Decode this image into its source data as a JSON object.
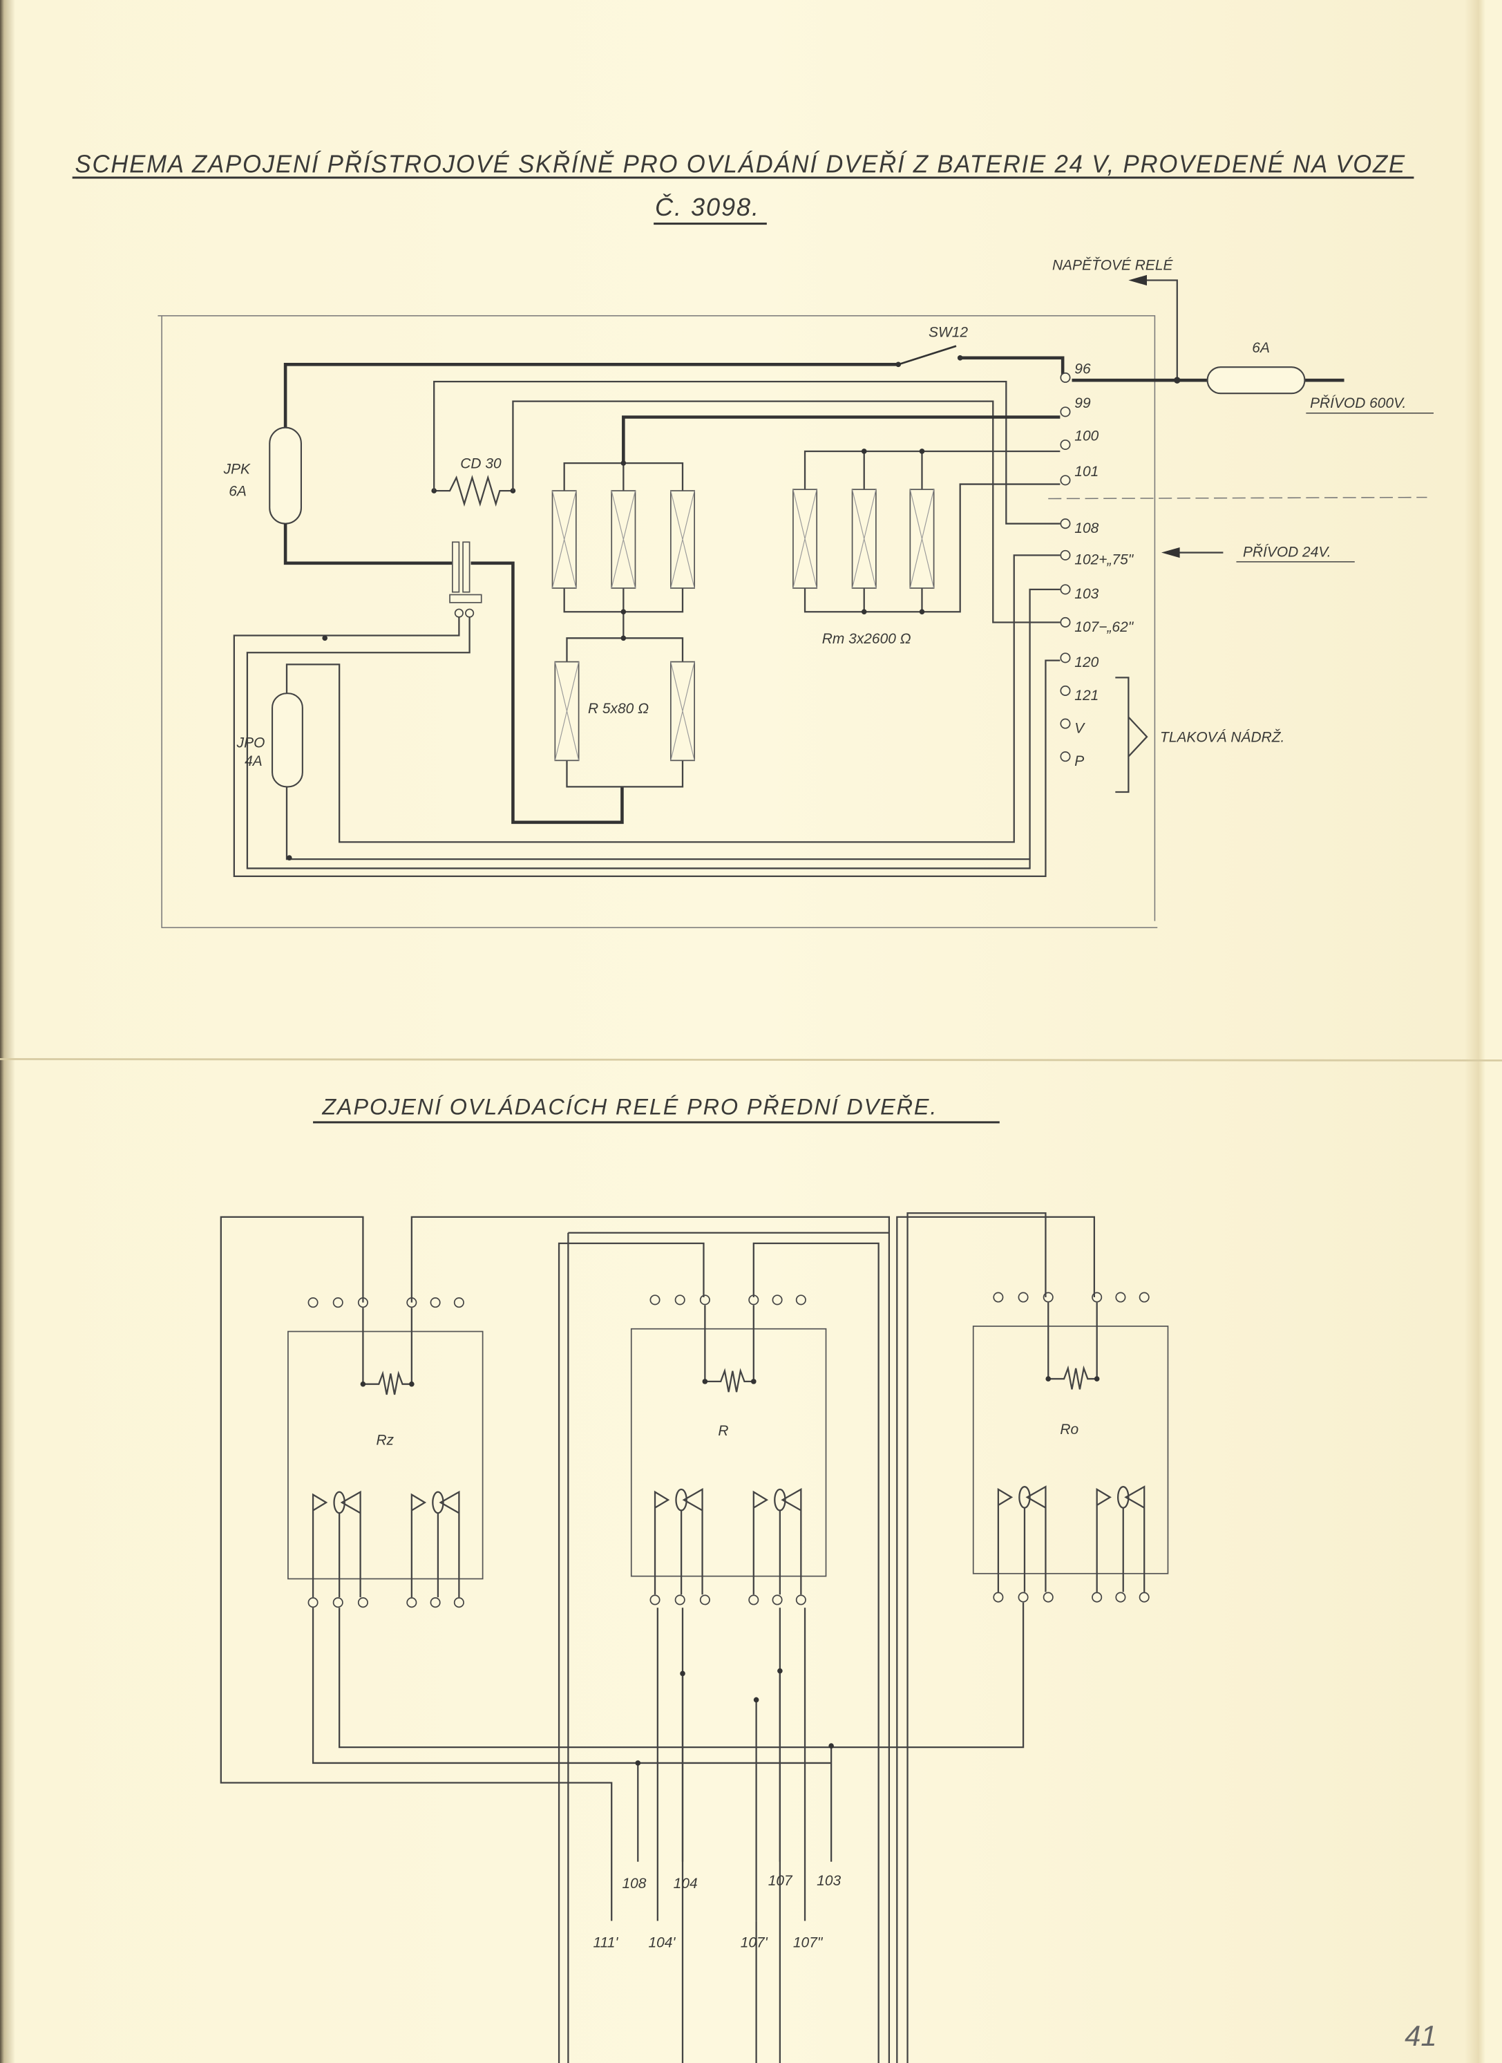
{
  "document": {
    "title_line1": "SCHEMA ZAPOJENÍ PŘÍSTROJOVÉ SKŘÍNĚ PRO OVLÁDÁNÍ DVEŘÍ Z BATERIE 24 V, PROVEDENÉ NA VOZE",
    "title_line2": "Č. 3098.",
    "page_number_handwritten": "41"
  },
  "top_diagram": {
    "switch_label": "SW12",
    "voltage_relay_label": "NAPĚŤOVÉ RELÉ",
    "fuse_600_label": "6A",
    "supply_600_label": "PŘÍVOD 600V.",
    "supply_24_label": "PŘÍVOD 24V.",
    "jpk_label": "JPK",
    "jpk_rating": "6A",
    "jpo_label": "JPO",
    "jpo_rating": "4A",
    "cd_label": "CD 30",
    "r_group_label": "R 5x80 Ω",
    "rm_group_label": "Rm 3x2600 Ω",
    "pressure_tank_label": "TLAKOVÁ NÁDRŽ.",
    "terminals": [
      "96",
      "99",
      "100",
      "101",
      "108",
      "102+„75\"",
      "103",
      "107−„62\"",
      "120",
      "121",
      "V",
      "P"
    ]
  },
  "bottom_diagram": {
    "title": "ZAPOJENÍ OVLÁDACÍCH RELÉ PRO PŘEDNÍ DVEŘE.",
    "relays": [
      "Rz",
      "R",
      "Ro"
    ],
    "wire_labels_upper": [
      "108",
      "104",
      "107",
      "103"
    ],
    "wire_labels_lower": [
      "111'",
      "104'",
      "107'",
      "107\""
    ]
  }
}
